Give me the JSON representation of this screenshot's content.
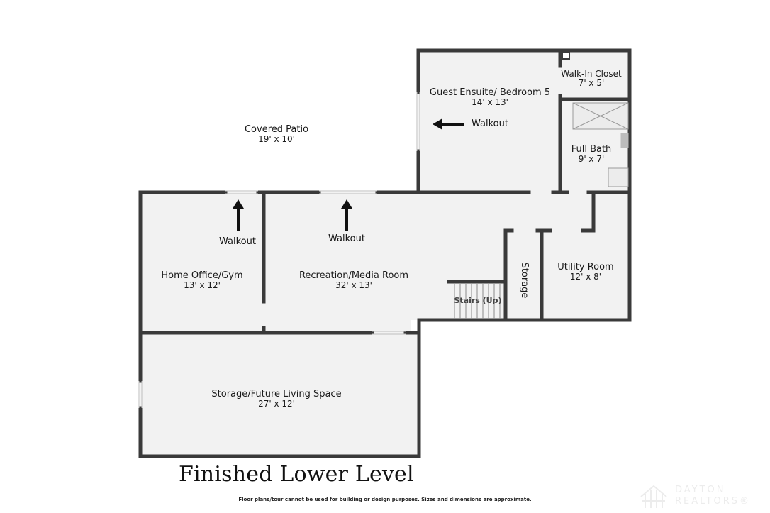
{
  "title": "Finished Lower Level",
  "disclaimer": "Floor plans/tour cannot be used for building or design purposes. Sizes and dimensions are approximate.",
  "watermark": {
    "line1": "DAYTON",
    "line2": "REALTORS®"
  },
  "rooms": {
    "covered_patio": {
      "name": "Covered Patio",
      "dims": "19' x 10'"
    },
    "guest_ensuite": {
      "name": "Guest Ensuite/ Bedroom 5",
      "dims": "14' x 13'"
    },
    "walk_in_closet": {
      "name": "Walk-In Closet",
      "dims": "7' x 5'"
    },
    "full_bath": {
      "name": "Full Bath",
      "dims": "9' x 7'"
    },
    "home_office": {
      "name": "Home Office/Gym",
      "dims": "13' x 12'"
    },
    "recreation": {
      "name": "Recreation/Media Room",
      "dims": "32' x 13'"
    },
    "storage_small": {
      "name": "Storage"
    },
    "utility": {
      "name": "Utility Room",
      "dims": "12' x 8'"
    },
    "stairs": {
      "name": "Stairs (Up)"
    },
    "storage_future": {
      "name": "Storage/Future Living Space",
      "dims": "27' x 12'"
    }
  },
  "walkouts": {
    "guest": "Walkout",
    "office": "Walkout",
    "recreation": "Walkout"
  },
  "colors": {
    "wall": "#3a3a3a",
    "floor": "#f2f2f2",
    "background": "#ffffff"
  }
}
